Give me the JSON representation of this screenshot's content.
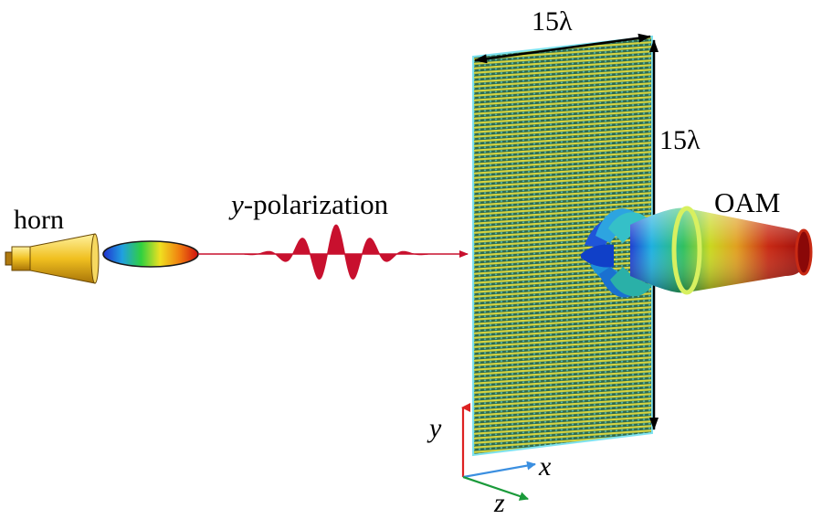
{
  "labels": {
    "horn": "horn",
    "polarization_italic": "y",
    "polarization_rest": "-polarization",
    "width_dim": "15λ",
    "height_dim": "15λ",
    "beam": "OAM"
  },
  "axes": {
    "y": "y",
    "x": "x",
    "z": "z"
  },
  "colors": {
    "horn": "#e8b21a",
    "incident_line": "#c8102e",
    "wave": "#c8102e",
    "metasurface": "#b8c83a",
    "metasurface_edge": "#7fe3f0",
    "axis_y": "#d22",
    "axis_x": "#3b8fe0",
    "axis_z": "#1a9a3a",
    "beam_far": "#b01010"
  }
}
